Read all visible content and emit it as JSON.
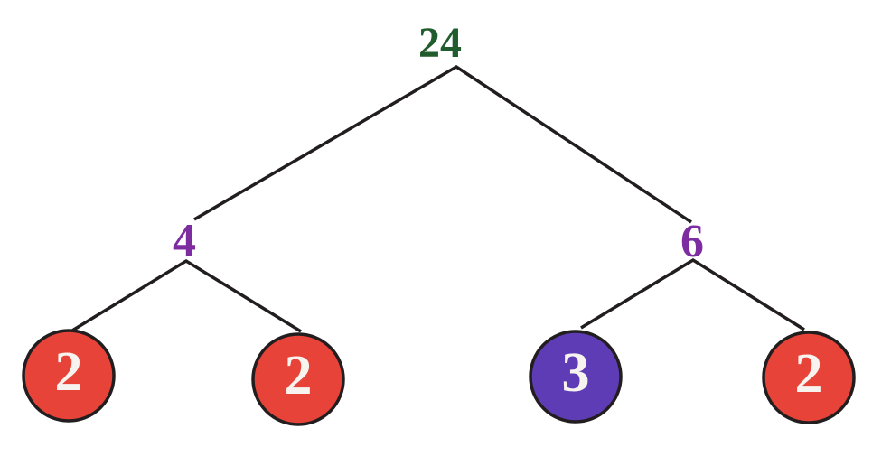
{
  "diagram": {
    "type": "factor-tree"
  },
  "colors": {
    "background": "#ffffff",
    "edge": "#221e1f",
    "root_text": "#215c2c",
    "branch_text": "#7e2da1",
    "leaf_text": "#f7f3ef",
    "leaf_red": "#e84338",
    "leaf_purple": "#5d3cb5"
  },
  "tree": {
    "root": {
      "value": "24",
      "color": "#215c2c"
    },
    "branches": [
      {
        "value": "4",
        "color": "#7e2da1",
        "parent": "24"
      },
      {
        "value": "6",
        "color": "#7e2da1",
        "parent": "24"
      }
    ],
    "leaves": [
      {
        "value": "2",
        "fill": "#e84338",
        "text_color": "#f7f3ef",
        "parent": "4"
      },
      {
        "value": "2",
        "fill": "#e84338",
        "text_color": "#f7f3ef",
        "parent": "4"
      },
      {
        "value": "3",
        "fill": "#5d3cb5",
        "text_color": "#f7f3ef",
        "parent": "6"
      },
      {
        "value": "2",
        "fill": "#e84338",
        "text_color": "#f7f3ef",
        "parent": "6"
      }
    ]
  }
}
